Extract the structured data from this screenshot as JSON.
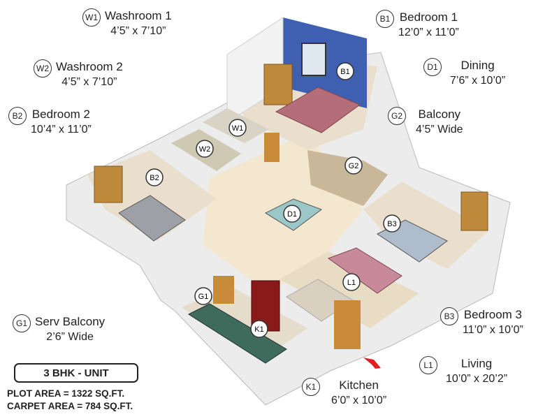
{
  "rooms": {
    "w1": {
      "tag": "W1",
      "name": "Washroom 1",
      "dims": "4’5” x 7’10”"
    },
    "w2": {
      "tag": "W2",
      "name": "Washroom 2",
      "dims": "4’5” x 7’10”"
    },
    "b2": {
      "tag": "B2",
      "name": "Bedroom 2",
      "dims": "10’4” x 11’0”"
    },
    "b1": {
      "tag": "B1",
      "name": "Bedroom 1",
      "dims": "12’0” x 11’0”"
    },
    "d1": {
      "tag": "D1",
      "name": "Dining",
      "dims": "7’6” x 10’0”"
    },
    "g2": {
      "tag": "G2",
      "name": "Balcony",
      "dims": "4’5” Wide"
    },
    "g1": {
      "tag": "G1",
      "name": "Serv Balcony",
      "dims": "2’6” Wide"
    },
    "b3": {
      "tag": "B3",
      "name": "Bedroom 3",
      "dims": "11’0” x 10’0”"
    },
    "l1": {
      "tag": "L1",
      "name": "Living",
      "dims": "10’0” x 20’2”"
    },
    "k1": {
      "tag": "K1",
      "name": "Kitchen",
      "dims": "6’0” x 10’0”"
    }
  },
  "unit": {
    "label": "3 BHK - UNIT",
    "plot_area": "PLOT AREA = 1322 SQ.FT.",
    "carpet_area": "CARPET AREA = 784 SQ.FT."
  },
  "colors": {
    "wall": "#f4f4f4",
    "wall_shadow": "#cfcfcf",
    "floor": "#f3e7cf",
    "b1_wall": "#3f5fb0",
    "door": "#c98a3a",
    "entry_arrow": "#e02020"
  }
}
